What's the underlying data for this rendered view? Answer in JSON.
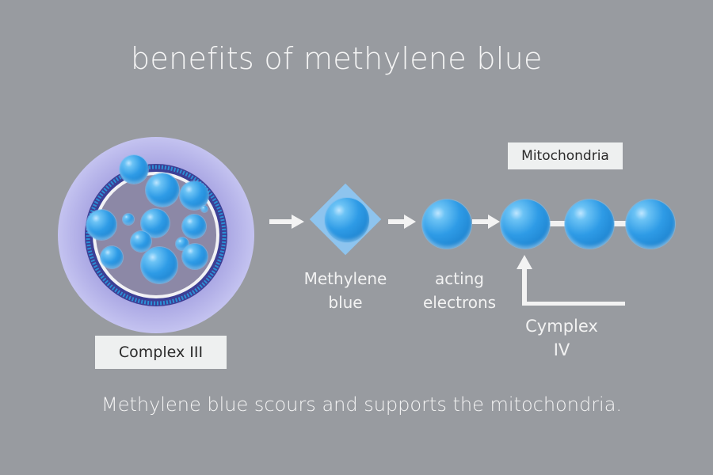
{
  "title": "benefits of methylene blue",
  "caption": "Methylene blue scours and supports the mitochondria.",
  "labels": {
    "complex_iii": "Complex III",
    "methylene_blue_line1": "Methylene",
    "methylene_blue_line2": "blue",
    "acting_electrons_line1": "acting",
    "acting_electrons_line2": "electrons",
    "mitochondria": "Mitochondria",
    "complex_iv": "Cymplex IV"
  },
  "colors": {
    "background": "#989ba0",
    "sphere_blue": "#2e9be6",
    "outer_ring": "#b8b7ea",
    "inner_ring": "#3e3f96",
    "core": "#8c88a6",
    "label_box": "#eef0f0"
  },
  "icons": {
    "arrow": "right-arrow",
    "up_arrow": "up-arrow"
  }
}
